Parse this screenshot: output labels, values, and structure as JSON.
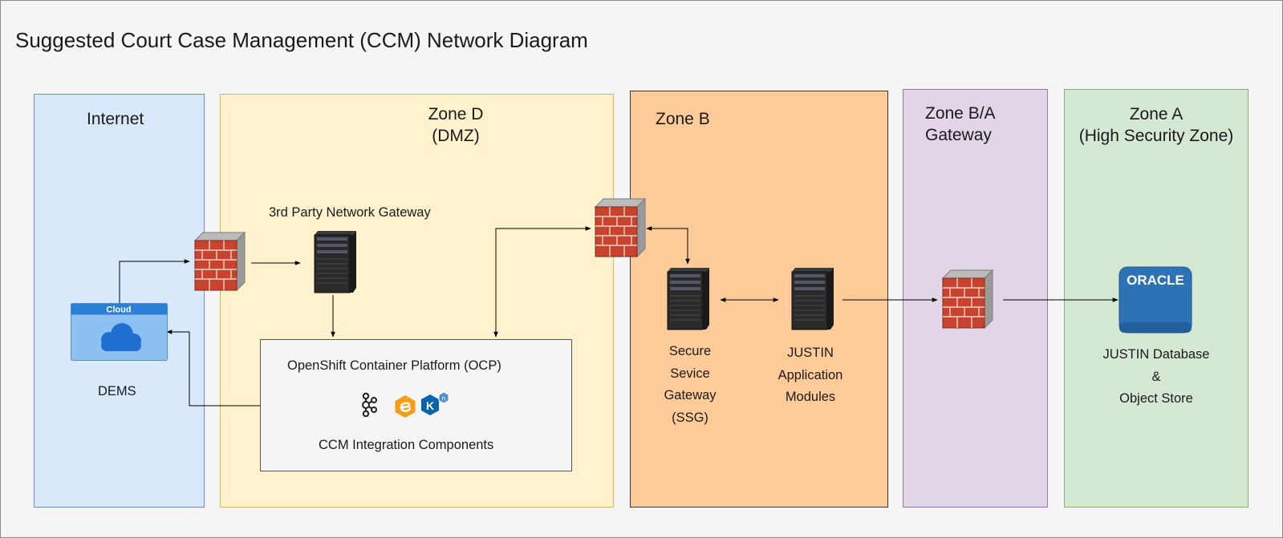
{
  "diagram": {
    "title": "Suggested Court Case Management (CCM) Network Diagram",
    "zones": {
      "internet": {
        "label": "Internet",
        "fill": "#dae8fc",
        "stroke": "#6c8ebf"
      },
      "zone_d": {
        "line1": "Zone D",
        "line2": "(DMZ)",
        "fill": "#fff2cc",
        "stroke": "#d6b656"
      },
      "zone_b": {
        "label": "Zone B",
        "fill": "#ffcc99",
        "stroke": "#36393d"
      },
      "zone_ba": {
        "line1": "Zone B/A",
        "line2": "Gateway",
        "fill": "#e1d5e7",
        "stroke": "#9673a6"
      },
      "zone_a": {
        "line1": "Zone A",
        "line2": "(High Security Zone)",
        "fill": "#d5e8d4",
        "stroke": "#82b366"
      }
    },
    "nodes": {
      "cloud_badge": "Cloud",
      "dems": "DEMS",
      "gateway_3rd_party": "3rd Party Network Gateway",
      "ocp_title": "OpenShift Container Platform (OCP)",
      "ocp_components": "CCM Integration Components",
      "ssg": [
        "Secure",
        "Sevice",
        "Gateway",
        "(SSG)"
      ],
      "justin_app": [
        "JUSTIN",
        "Application",
        "Modules"
      ],
      "oracle_logo": "ORACLE",
      "justin_db": [
        "JUSTIN Database",
        "&",
        "Object Store"
      ]
    },
    "icons": {
      "firewall": "brick-firewall-icon",
      "server": "tower-server-icon",
      "cloud": "cloud-icon",
      "kafka": "kafka-icon",
      "camel": "camel-k-icon",
      "knative": "knative-icon",
      "oracle": "oracle-database-icon"
    }
  }
}
